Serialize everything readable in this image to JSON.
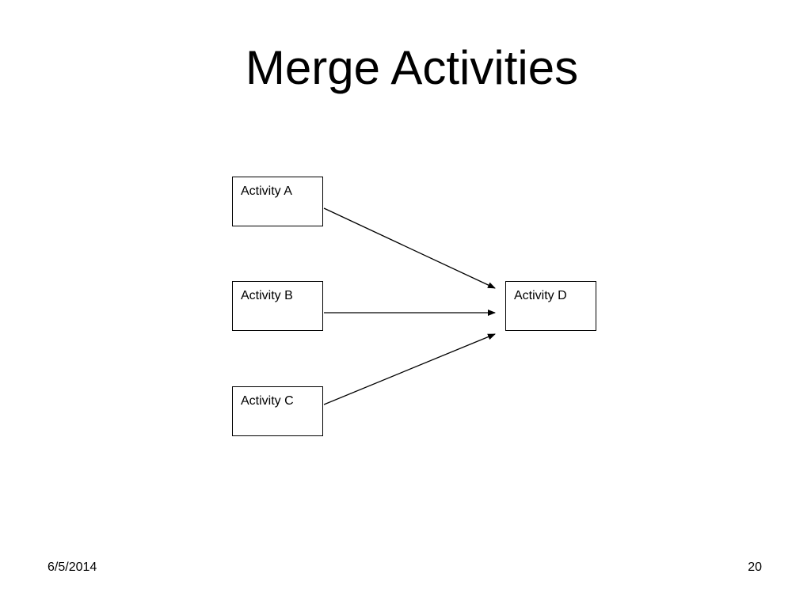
{
  "slide": {
    "title": "Merge Activities",
    "date": "6/5/2014",
    "page_number": "20"
  },
  "diagram": {
    "nodes": [
      {
        "id": "a",
        "label": "Activity A"
      },
      {
        "id": "b",
        "label": "Activity B"
      },
      {
        "id": "c",
        "label": "Activity C"
      },
      {
        "id": "d",
        "label": "Activity D"
      }
    ],
    "edges": [
      {
        "from": "Activity A",
        "to": "Activity D"
      },
      {
        "from": "Activity B",
        "to": "Activity D"
      },
      {
        "from": "Activity C",
        "to": "Activity D"
      }
    ],
    "colors": {
      "line": "#000000",
      "box_border": "#000000",
      "background": "#ffffff"
    }
  }
}
